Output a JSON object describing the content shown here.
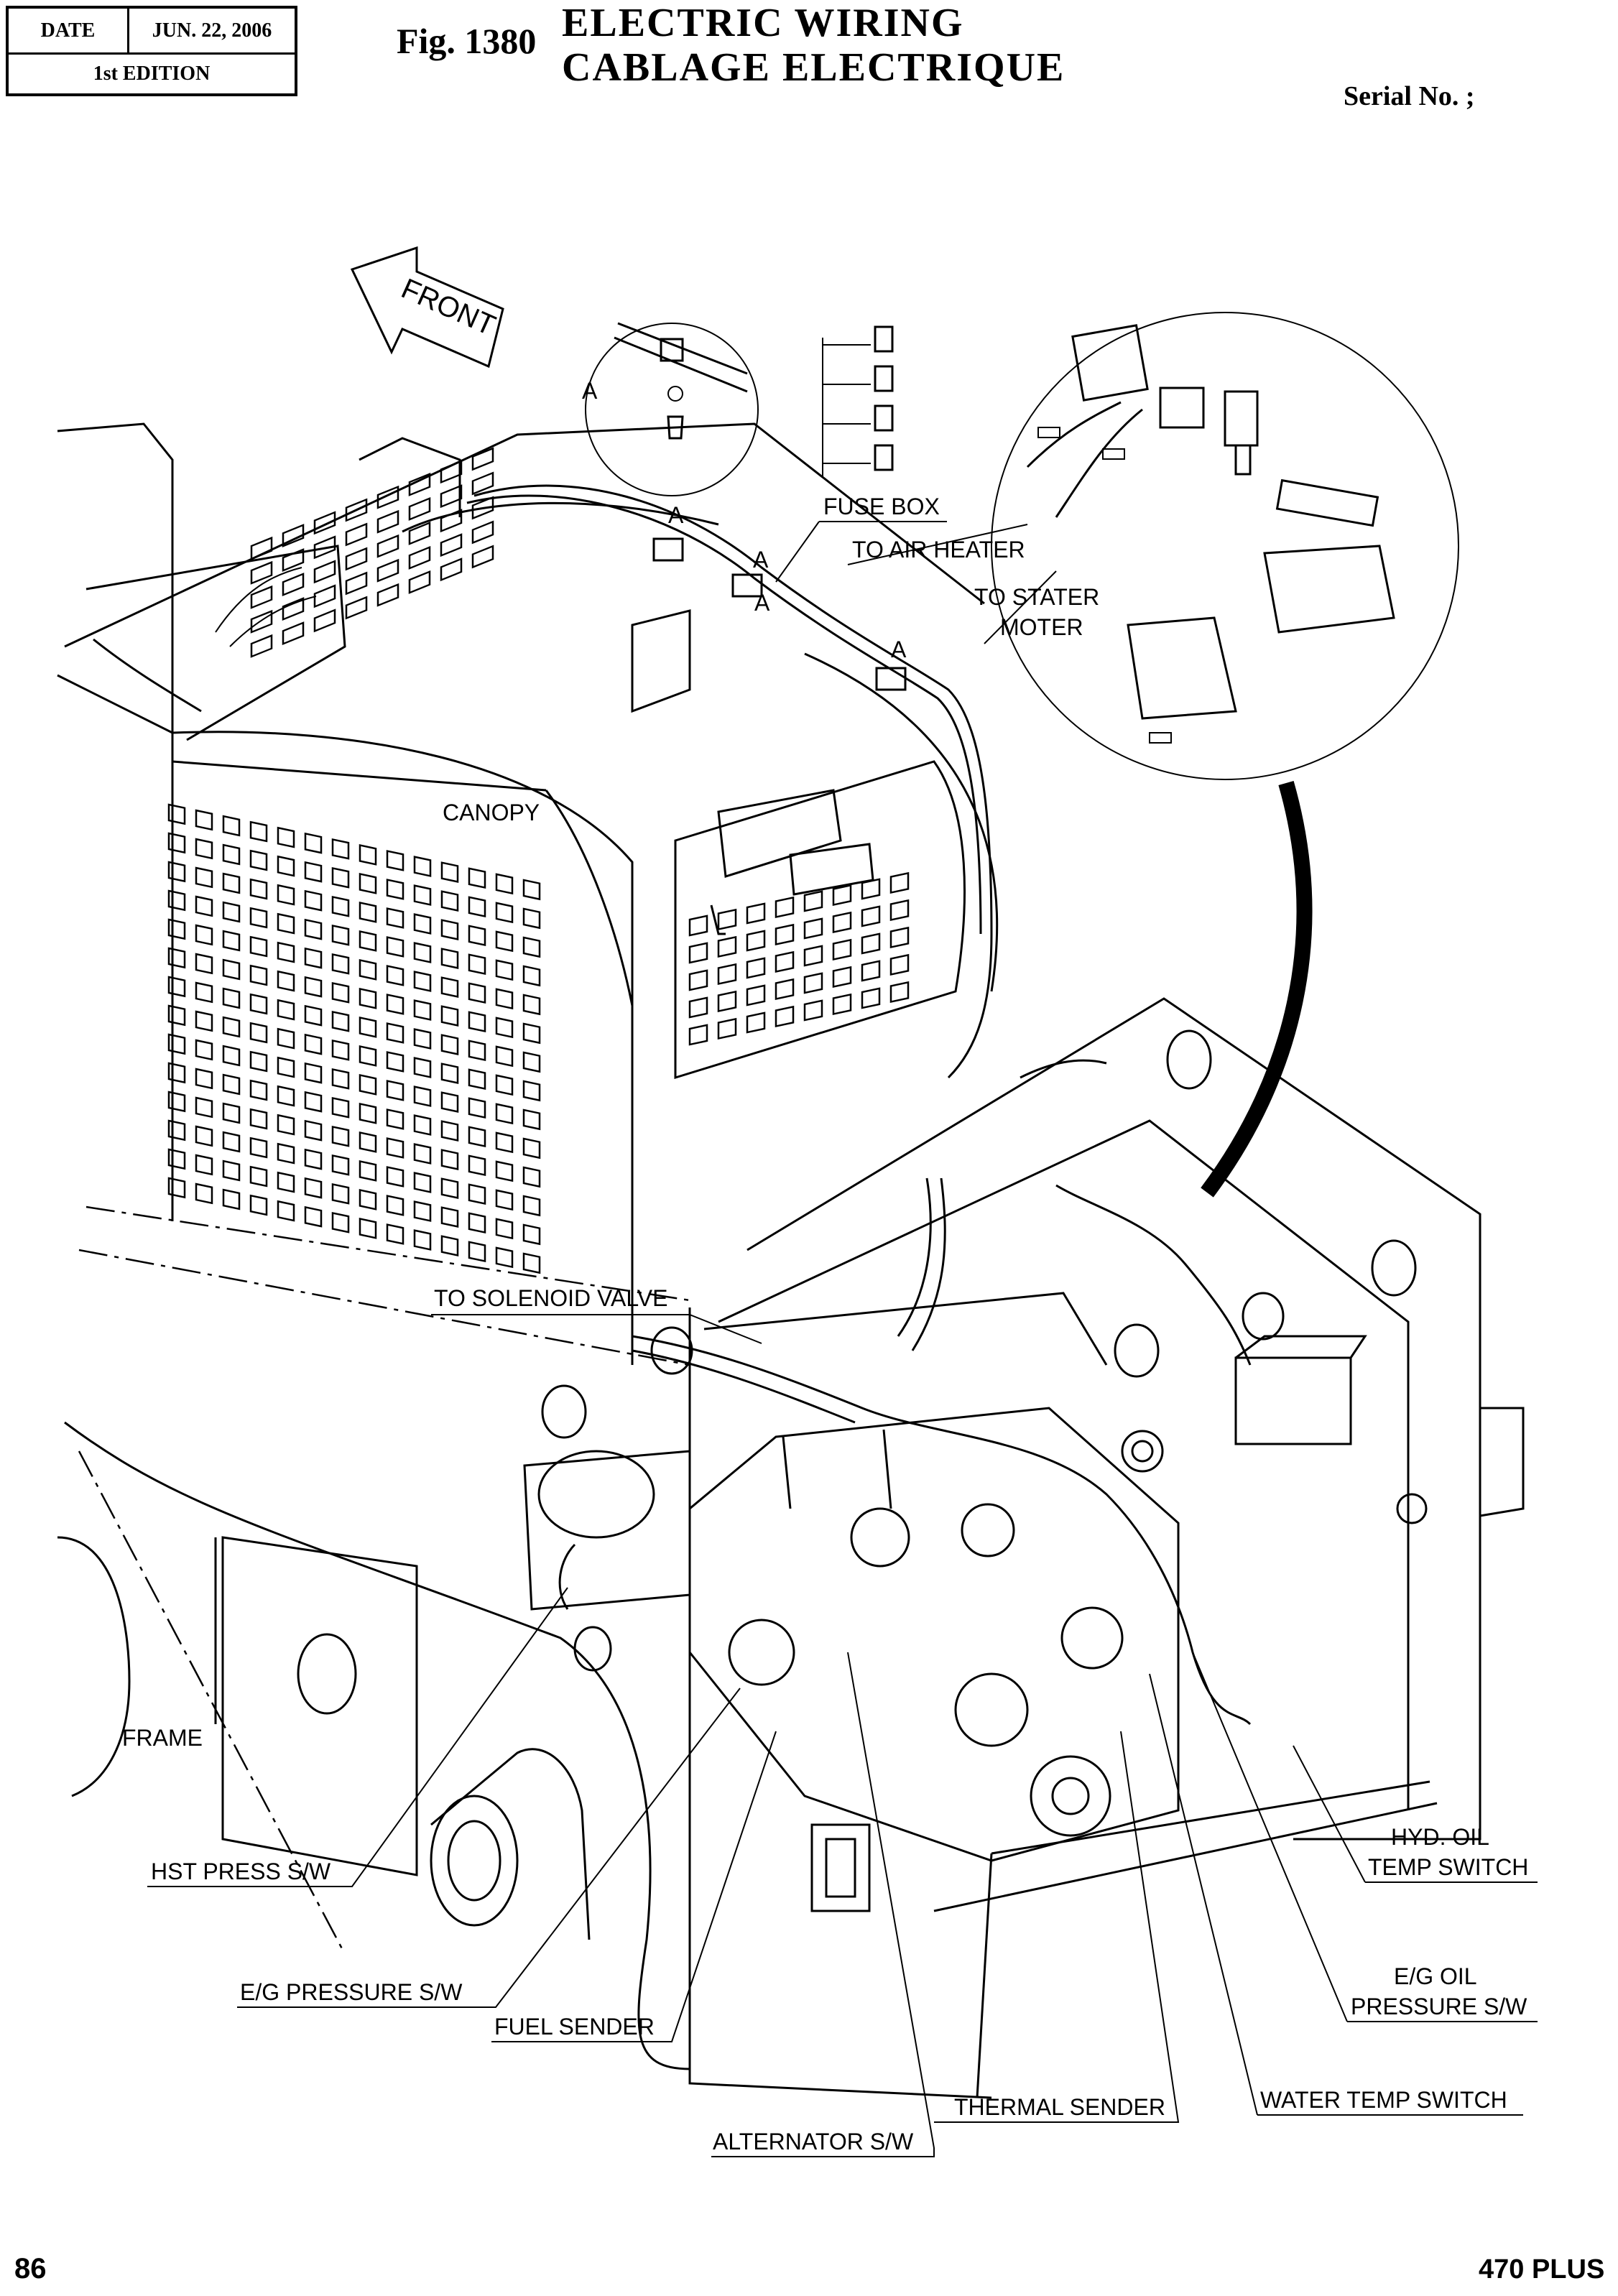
{
  "header": {
    "date_label": "DATE",
    "date_value": "JUN. 22, 2006",
    "edition": "1st EDITION",
    "figure": "Fig. 1380",
    "title_en": "ELECTRIC  WIRING",
    "title_fr": "CABLAGE  ELECTRIQUE",
    "serial": "Serial No. ;"
  },
  "footer": {
    "page_number": "86",
    "model": "470 PLUS"
  },
  "diagram": {
    "front_arrow": "FRONT",
    "detail_marks": [
      "A",
      "A",
      "A",
      "A",
      "A"
    ],
    "labels": {
      "fuse_box": "FUSE BOX",
      "to_air_heater": "TO AIR HEATER",
      "to_stater_1": "TO STATER",
      "to_stater_2": "MOTER",
      "canopy": "CANOPY",
      "to_solenoid_valve": "TO SOLENOID VALVE",
      "frame": "FRAME",
      "hst_press": "HST PRESS S/W",
      "eg_pressure": "E/G PRESSURE S/W",
      "fuel_sender": "FUEL SENDER",
      "alternator": "ALTERNATOR S/W",
      "thermal_sender": "THERMAL SENDER",
      "water_temp": "WATER TEMP SWITCH",
      "eg_oil_1": "E/G OIL",
      "eg_oil_2": "PRESSURE S/W",
      "hyd_oil_1": "HYD. OIL",
      "hyd_oil_2": "TEMP SWITCH"
    }
  }
}
